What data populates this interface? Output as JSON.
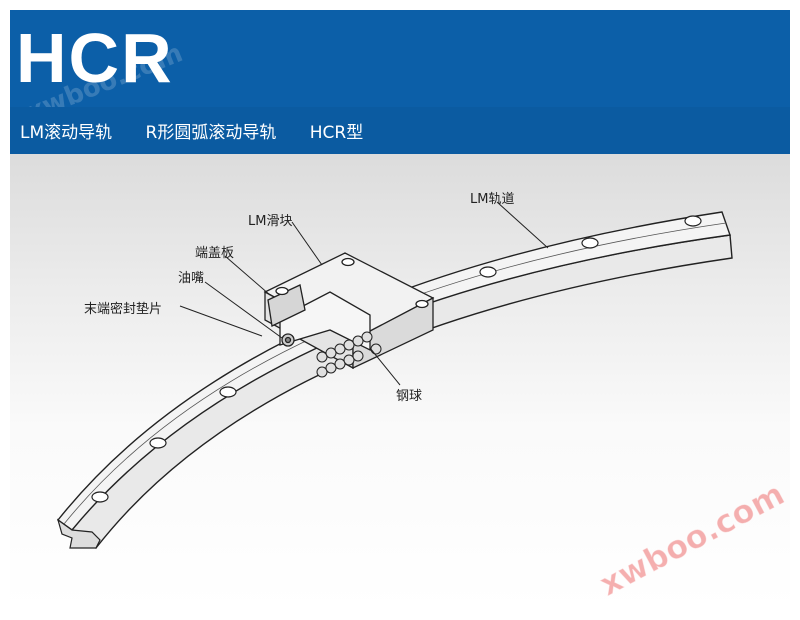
{
  "header": {
    "model": "HCR",
    "subtitle_parts": [
      "LM滚动导轨",
      "R形圆弧滚动导轨",
      "HCR型"
    ],
    "background": "#0c5fa8"
  },
  "labels": {
    "rail": "LM轨道",
    "block": "LM滑块",
    "end_plate": "端盖板",
    "grease_nipple": "油嘴",
    "end_seal": "末端密封垫片",
    "balls": "钢球"
  },
  "watermark": {
    "small": "xwboo.com",
    "large": "xwboo.com"
  }
}
